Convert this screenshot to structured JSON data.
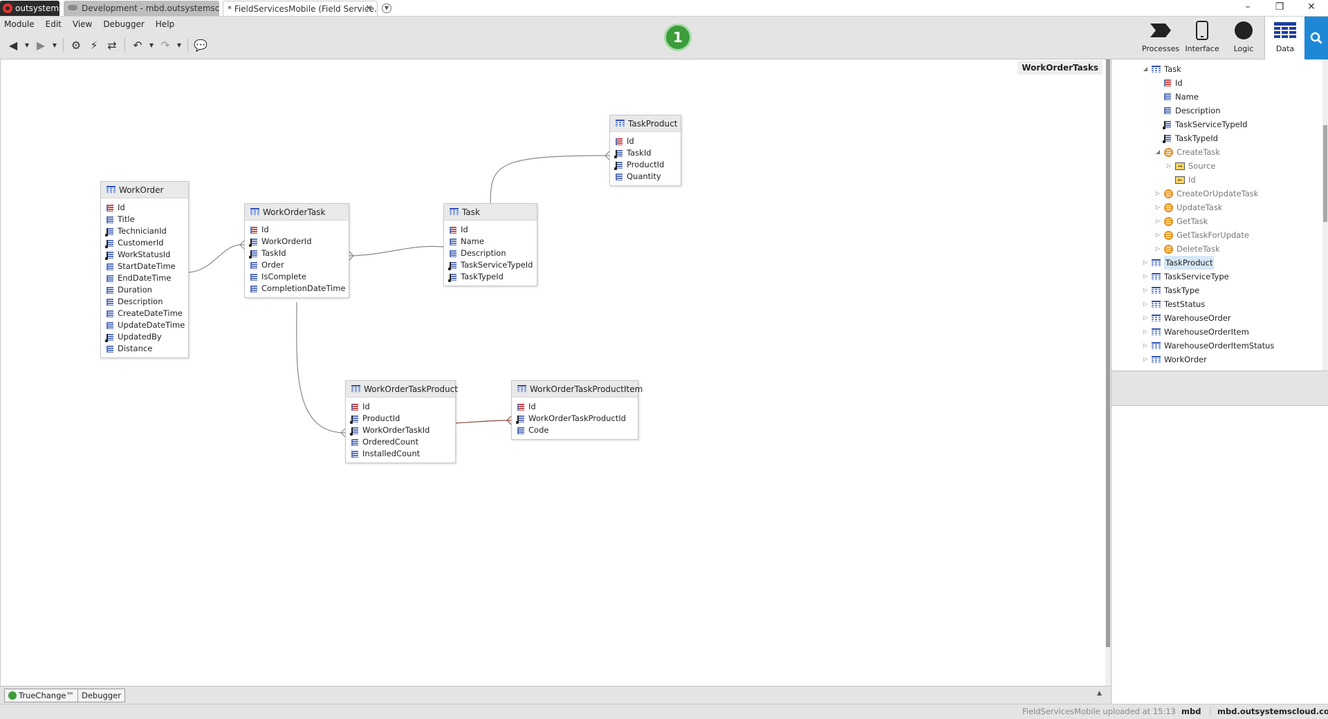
{
  "tabs": {
    "brand": "outsystems",
    "development": "Development - mbd.outsystemscl...",
    "active": "* FieldServicesMobile (Field Service..."
  },
  "window_controls": {
    "minimize": "–",
    "restore": "❐",
    "close": "✕"
  },
  "menu": [
    "Module",
    "Edit",
    "View",
    "Debugger",
    "Help"
  ],
  "publish_badge": "1",
  "right_tools": [
    {
      "name": "processes",
      "label": "Processes",
      "icon": "processes-icon"
    },
    {
      "name": "interface",
      "label": "Interface",
      "icon": "interface-icon"
    },
    {
      "name": "logic",
      "label": "Logic",
      "icon": "logic-icon"
    },
    {
      "name": "data",
      "label": "Data",
      "icon": "data-icon"
    }
  ],
  "canvas": {
    "title": "WorkOrderTasks",
    "entities": [
      {
        "id": "workorder",
        "name": "WorkOrder",
        "attrs": [
          {
            "label": "Id",
            "kind": "pk"
          },
          {
            "label": "Title",
            "kind": "attr"
          },
          {
            "label": "TechnicianId",
            "kind": "fk"
          },
          {
            "label": "CustomerId",
            "kind": "fk"
          },
          {
            "label": "WorkStatusId",
            "kind": "fk"
          },
          {
            "label": "StartDateTime",
            "kind": "attr"
          },
          {
            "label": "EndDateTime",
            "kind": "attr"
          },
          {
            "label": "Duration",
            "kind": "attr"
          },
          {
            "label": "Description",
            "kind": "attr"
          },
          {
            "label": "CreateDateTime",
            "kind": "attr"
          },
          {
            "label": "UpdateDateTime",
            "kind": "attr"
          },
          {
            "label": "UpdatedBy",
            "kind": "fk"
          },
          {
            "label": "Distance",
            "kind": "attr"
          }
        ]
      },
      {
        "id": "workordertask",
        "name": "WorkOrderTask",
        "attrs": [
          {
            "label": "Id",
            "kind": "pk"
          },
          {
            "label": "WorkOrderId",
            "kind": "fk"
          },
          {
            "label": "TaskId",
            "kind": "fk"
          },
          {
            "label": "Order",
            "kind": "attr"
          },
          {
            "label": "IsComplete",
            "kind": "attr"
          },
          {
            "label": "CompletionDateTime",
            "kind": "attr"
          }
        ]
      },
      {
        "id": "task",
        "name": "Task",
        "attrs": [
          {
            "label": "Id",
            "kind": "pk"
          },
          {
            "label": "Name",
            "kind": "attr"
          },
          {
            "label": "Description",
            "kind": "attr"
          },
          {
            "label": "TaskServiceTypeId",
            "kind": "fk"
          },
          {
            "label": "TaskTypeId",
            "kind": "fk"
          }
        ]
      },
      {
        "id": "taskproduct",
        "name": "TaskProduct",
        "attrs": [
          {
            "label": "Id",
            "kind": "pk"
          },
          {
            "label": "TaskId",
            "kind": "fk"
          },
          {
            "label": "ProductId",
            "kind": "fk"
          },
          {
            "label": "Quantity",
            "kind": "attr"
          }
        ]
      },
      {
        "id": "workordertaskproduct",
        "name": "WorkOrderTaskProduct",
        "attrs": [
          {
            "label": "Id",
            "kind": "pk"
          },
          {
            "label": "ProductId",
            "kind": "fk"
          },
          {
            "label": "WorkOrderTaskId",
            "kind": "fk"
          },
          {
            "label": "OrderedCount",
            "kind": "attr"
          },
          {
            "label": "InstalledCount",
            "kind": "attr"
          }
        ]
      },
      {
        "id": "workordertaskproductitem",
        "name": "WorkOrderTaskProductItem",
        "attrs": [
          {
            "label": "Id",
            "kind": "pk"
          },
          {
            "label": "WorkOrderTaskProductId",
            "kind": "fk"
          },
          {
            "label": "Code",
            "kind": "attr"
          }
        ]
      }
    ]
  },
  "tree": [
    {
      "label": "Task",
      "icon": "entity-icon",
      "twisty": "expanded",
      "level": 0
    },
    {
      "label": "Id",
      "icon": "pk-attribute-icon",
      "twisty": "",
      "level": 1
    },
    {
      "label": "Name",
      "icon": "attribute-icon",
      "twisty": "",
      "level": 1
    },
    {
      "label": "Description",
      "icon": "attribute-icon",
      "twisty": "",
      "level": 1
    },
    {
      "label": "TaskServiceTypeId",
      "icon": "fk-attribute-icon",
      "twisty": "",
      "level": 1
    },
    {
      "label": "TaskTypeId",
      "icon": "fk-attribute-icon",
      "twisty": "",
      "level": 1
    },
    {
      "label": "CreateTask",
      "icon": "action-icon",
      "twisty": "expanded",
      "level": 1,
      "dim": true
    },
    {
      "label": "Source",
      "icon": "input-parameter-icon",
      "twisty": "collapsed",
      "level": 2,
      "dim": true
    },
    {
      "label": "Id",
      "icon": "output-parameter-icon",
      "twisty": "",
      "level": 2,
      "dim": true
    },
    {
      "label": "CreateOrUpdateTask",
      "icon": "action-icon",
      "twisty": "collapsed",
      "level": 1,
      "dim": true
    },
    {
      "label": "UpdateTask",
      "icon": "action-icon",
      "twisty": "collapsed",
      "level": 1,
      "dim": true
    },
    {
      "label": "GetTask",
      "icon": "action-icon",
      "twisty": "collapsed",
      "level": 1,
      "dim": true
    },
    {
      "label": "GetTaskForUpdate",
      "icon": "action-icon",
      "twisty": "collapsed",
      "level": 1,
      "dim": true
    },
    {
      "label": "DeleteTask",
      "icon": "action-icon",
      "twisty": "collapsed",
      "level": 1,
      "dim": true
    },
    {
      "label": "TaskProduct",
      "icon": "entity-icon",
      "twisty": "collapsed",
      "level": 0,
      "selected": true
    },
    {
      "label": "TaskServiceType",
      "icon": "entity-icon",
      "twisty": "collapsed",
      "level": 0
    },
    {
      "label": "TaskType",
      "icon": "entity-icon",
      "twisty": "collapsed",
      "level": 0
    },
    {
      "label": "TestStatus",
      "icon": "entity-icon",
      "twisty": "collapsed",
      "level": 0
    },
    {
      "label": "WarehouseOrder",
      "icon": "entity-icon",
      "twisty": "collapsed",
      "level": 0
    },
    {
      "label": "WarehouseOrderItem",
      "icon": "entity-icon",
      "twisty": "collapsed",
      "level": 0
    },
    {
      "label": "WarehouseOrderItemStatus",
      "icon": "entity-icon",
      "twisty": "collapsed",
      "level": 0
    },
    {
      "label": "WorkOrder",
      "icon": "entity-icon",
      "twisty": "collapsed",
      "level": 0
    }
  ],
  "bottom_tabs": [
    "TrueChange™",
    "Debugger"
  ],
  "status": {
    "upload": "FieldServicesMobile uploaded at 15:13",
    "user": "mbd",
    "server": "mbd.outsystemscloud.com"
  },
  "colors": {
    "accent": "#1e88d6",
    "badge": "#3c9d3c",
    "brand": "#e3342f",
    "pk": "#c94646"
  }
}
